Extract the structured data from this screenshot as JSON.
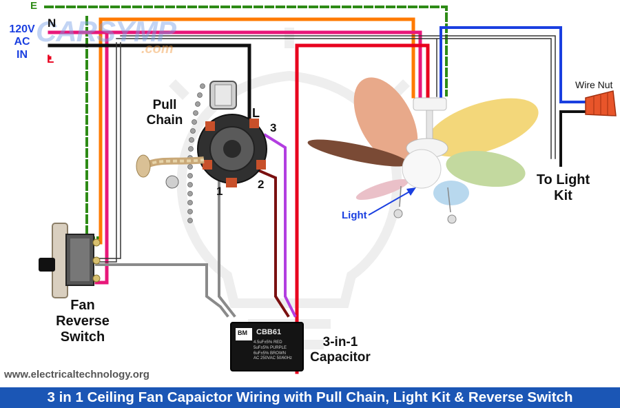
{
  "colors": {
    "earth": "#2e8b16",
    "live": "#e8001e",
    "neutral": "#111111",
    "orange": "#ff7a00",
    "pink": "#e8177a",
    "blue": "#1a3fe0",
    "grey": "#8a8a8a",
    "brown": "#7a1010",
    "purple": "#b23ee0",
    "footer_bg": "#1b56b5"
  },
  "supply": {
    "earth": "E",
    "neutral": "N",
    "voltage": "120V",
    "ac": "AC",
    "in": "IN",
    "live": "L"
  },
  "logo": {
    "main": "CARSYMP",
    "sub": ".com"
  },
  "pull_chain": {
    "line1": "Pull",
    "line2": "Chain",
    "terminal_l": "L",
    "terminal_1": "1",
    "terminal_2": "2",
    "terminal_3": "3"
  },
  "fan_switch": {
    "line1": "Fan",
    "line2": "Reverse",
    "line3": "Switch"
  },
  "capacitor": {
    "line1": "3-in-1",
    "line2": "Capacitor",
    "brand": "CBB61",
    "spec1": "4.5uF±5% RED",
    "spec2": "5uF±5% PURPLE",
    "spec3": "6uF±5% BROWN",
    "spec4": "AC 250VAC 50/60Hz"
  },
  "fan": {
    "light_label": "Light"
  },
  "light_kit": {
    "line1": "To Light",
    "line2": "Kit",
    "wire_nut": "Wire Nut"
  },
  "site_url": "www.electricaltechnology.org",
  "footer_title": "3 in 1 Ceiling Fan Capaictor Wiring with Pull Chain, Light Kit & Reverse Switch"
}
